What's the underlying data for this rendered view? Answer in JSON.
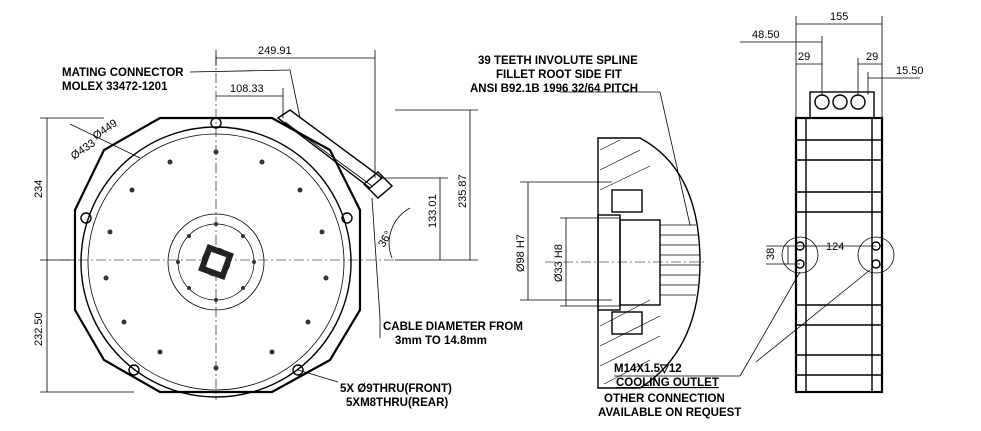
{
  "front_view": {
    "callouts": {
      "mating_connector_line1": "MATING CONNECTOR",
      "mating_connector_line2": "MOLEX 33472-1201",
      "cable_line1": "CABLE DIAMETER FROM",
      "cable_line2": "3mm TO 14.8mm",
      "holes_line1": "5X Ø9THRU(FRONT)",
      "holes_line2": "5XM8THRU(REAR)"
    },
    "dimensions": {
      "width_249_91": "249.91",
      "offset_108_33": "108.33",
      "dia_449": "Ø449",
      "dia_433": "Ø433",
      "height_234": "234",
      "height_232_50": "232.50",
      "height_235_87": "235.87",
      "height_133_01": "133.01",
      "angle_36": "36°"
    }
  },
  "section_view": {
    "callouts": {
      "spline_line1": "39 TEETH INVOLUTE SPLINE",
      "spline_line2": "FILLET ROOT SIDE FIT",
      "spline_line3": "ANSI B92.1B 1996 32/64 PITCH"
    },
    "dimensions": {
      "dia_98_h7": "Ø98 H7",
      "dia_33_h8": "Ø33 H8"
    }
  },
  "side_view": {
    "callouts": {
      "thread_note": "M14X1.5▽12",
      "cooling_outlet": "COOLING OUTLET",
      "other_conn_line1": "OTHER CONNECTION",
      "other_conn_line2": "AVAILABLE ON REQUEST"
    },
    "dimensions": {
      "width_155": "155",
      "offset_48_50": "48.50",
      "gap_29_a": "29",
      "gap_29_b": "29",
      "offset_15_50": "15.50",
      "height_38": "38",
      "span_124": "124"
    }
  }
}
